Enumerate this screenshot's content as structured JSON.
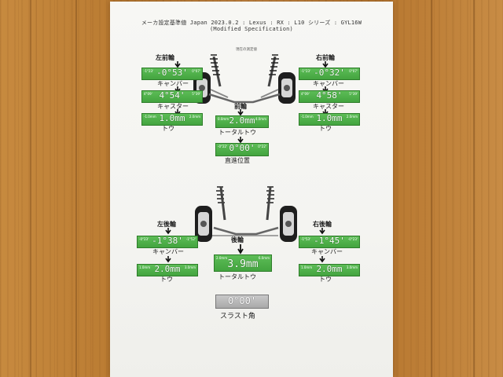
{
  "header": {
    "line1": "メーカ設定基準値 Japan 2023.0.2 : Lexus : RX : L10 シリーズ : GYL16W",
    "line2": "(Modified Specification)",
    "front_caption": "現在の測定値"
  },
  "front": {
    "left_label": "左前輪",
    "right_label": "右前輪",
    "left_camber": {
      "value": "-0°53'",
      "min": "-1°23'",
      "max": "0°07'",
      "label": "キャンバー"
    },
    "right_camber": {
      "value": "-0°32'",
      "min": "-1°23'",
      "max": "0°07'",
      "label": "キャンバー"
    },
    "left_caster": {
      "value": "4°54'",
      "min": "4°09'",
      "max": "5°39'",
      "label": "キャスター"
    },
    "right_caster": {
      "value": "4°58'",
      "min": "4°09'",
      "max": "5°39'",
      "label": "キャスター"
    },
    "left_toe": {
      "value": "1.0mm",
      "min": "-1.0mm",
      "max": "2.0mm",
      "label": "トウ"
    },
    "right_toe": {
      "value": "1.0mm",
      "min": "-1.0mm",
      "max": "2.0mm",
      "label": "トウ"
    },
    "total_toe": {
      "heading": "前輪",
      "value": "2.0mm",
      "min": "0.0mm",
      "max": "4.0mm",
      "label": "トータルトウ"
    },
    "straight": {
      "value": "0°00'",
      "min": "-0°22'",
      "max": "0°22'",
      "label": "直進位置"
    }
  },
  "rear": {
    "left_label": "左後輪",
    "right_label": "右後輪",
    "left_camber": {
      "value": "-1°38'",
      "min": "-0°23'",
      "max": "-1°52'",
      "label": "キャンバー"
    },
    "right_camber": {
      "value": "-1°45'",
      "min": "-1°53'",
      "max": "-0°23'",
      "label": "キャンバー"
    },
    "left_toe": {
      "value": "2.0mm",
      "min": "1.0mm",
      "max": "3.0mm",
      "label": "トウ"
    },
    "right_toe": {
      "value": "2.0mm",
      "min": "1.0mm",
      "max": "3.0mm",
      "label": "トウ"
    },
    "total_toe": {
      "heading": "後輪",
      "value": "3.9mm",
      "min": "2.0mm",
      "max": "6.0mm",
      "label": "トータルトウ"
    },
    "thrust": {
      "value": "0°00'",
      "label": "スラスト角"
    }
  },
  "colors": {
    "in_spec": "#4caf47",
    "neutral": "#b5b5b5",
    "paper": "#f5f5f2",
    "wood": "#c0813a"
  }
}
